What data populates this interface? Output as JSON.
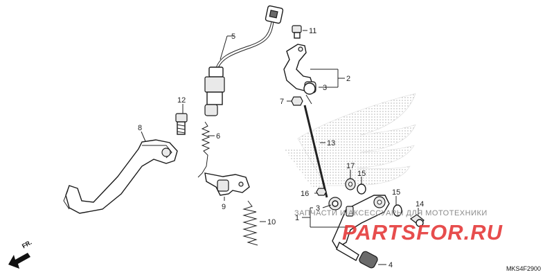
{
  "callouts": {
    "c1": "1",
    "c2": "2",
    "c3a": "3",
    "c3b": "3",
    "c4": "4",
    "c5": "5",
    "c6": "6",
    "c7": "7",
    "c8": "8",
    "c9": "9",
    "c10": "10",
    "c11": "11",
    "c12": "12",
    "c13": "13",
    "c14": "14",
    "c15a": "15",
    "c15b": "15",
    "c16": "16",
    "c17": "17"
  },
  "direction_label": "FR.",
  "diagram_code": "MKS4F2900",
  "watermark": {
    "tagline": "ЗАПЧАСТИ И АКСЕССУАРЫ ДЛЯ МОТОТЕХНИКИ",
    "brand": "PARTSFOR.RU"
  },
  "colors": {
    "line": "#222222",
    "watermark_brand": "#e53a3a",
    "logo_dots": "#9a9a9a"
  }
}
